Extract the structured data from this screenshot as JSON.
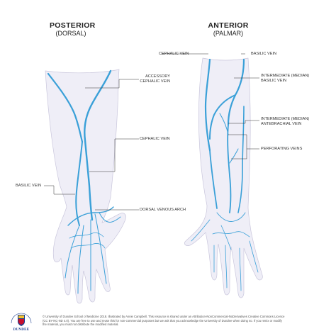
{
  "titles": {
    "posterior_main": "POSTERIOR",
    "posterior_sub": "(DORSAL)",
    "anterior_main": "ANTERIOR",
    "anterior_sub": "(PALMAR)"
  },
  "labels": {
    "accessory_cephalic_1": "ACCESSORY",
    "accessory_cephalic_2": "CEPHALIC VEIN",
    "cephalic_posterior": "CEPHALIC VEIN",
    "basilic_posterior": "BASILIC VEIN",
    "dorsal_venous_arch": "DORSAL VENOUS ARCH",
    "cephalic_anterior": "CEPHALIC VEIN",
    "basilic_anterior": "BASILIC VEIN",
    "intermediate_basilic_1": "INTERMEDIATE (MEDIAN)",
    "intermediate_basilic_2": "BASILIC VEIN",
    "intermediate_antebrachial_1": "INTERMEDIATE (MEDIAN)",
    "intermediate_antebrachial_2": "ANTEBRACHIAL VEIN",
    "perforating_veins": "PERFORATING VEINS"
  },
  "footer": {
    "line1": "© University of Dundee School of Medicine 2018. Illustrated by Annie Campbell. This resource is shared under an Attribution-NonCommercial-NoDerivatives Creative Commons Licence",
    "line2": "(CC BY-NC-ND 4.0). You are free to use and reuse this for non-commercial purposes but we ask that you acknowledge the University of Dundee when doing so. If you remix or modify",
    "line3": "the material, you must not distribute the modified material."
  },
  "logo": {
    "name": "DUNDEE",
    "ring_text": "UNIVERSITY OF"
  },
  "colors": {
    "skin": "#efeef7",
    "skin_outline": "#c9c6dc",
    "vein": "#3aa0d8",
    "leader": "#333333"
  }
}
